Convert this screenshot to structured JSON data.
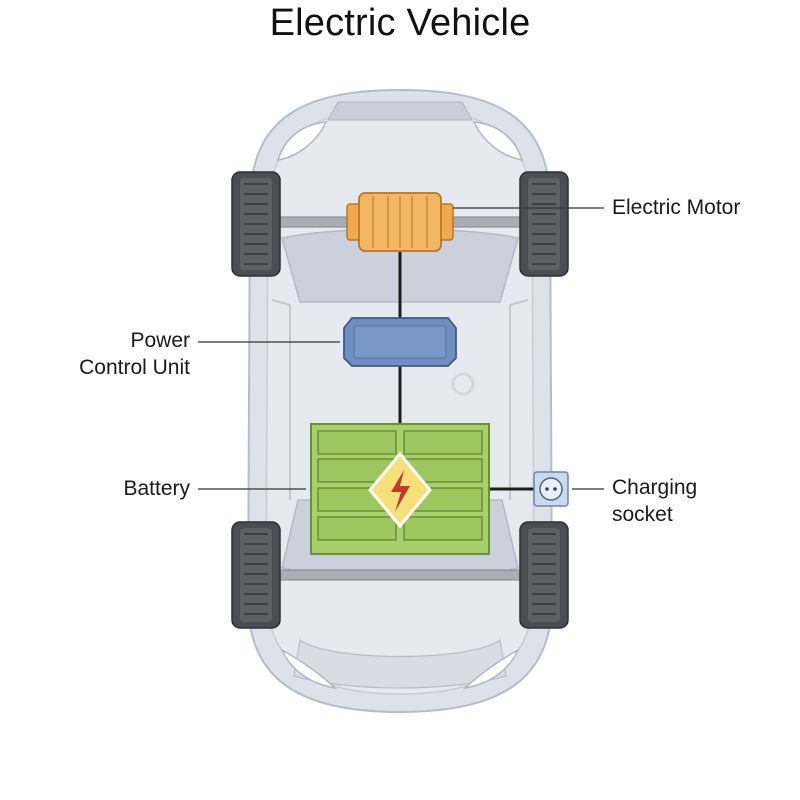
{
  "title": "Electric Vehicle",
  "labels": {
    "electric_motor": "Electric Motor",
    "power_control_unit": [
      "Power",
      "Control Unit"
    ],
    "battery": "Battery",
    "charging_socket": [
      "Charging",
      "socket"
    ]
  },
  "icons": {
    "battery_symbol": "lightning-bolt-icon",
    "socket_symbol": "power-socket-icon"
  },
  "colors": {
    "motor": "#f5b661",
    "power_control_unit": "#6f8ebf",
    "battery": "#a7cf6b",
    "battery_badge": "#f7e07a",
    "bolt": "#c0392b",
    "car_body": "#dde2ea",
    "tire": "#4a4d52"
  }
}
